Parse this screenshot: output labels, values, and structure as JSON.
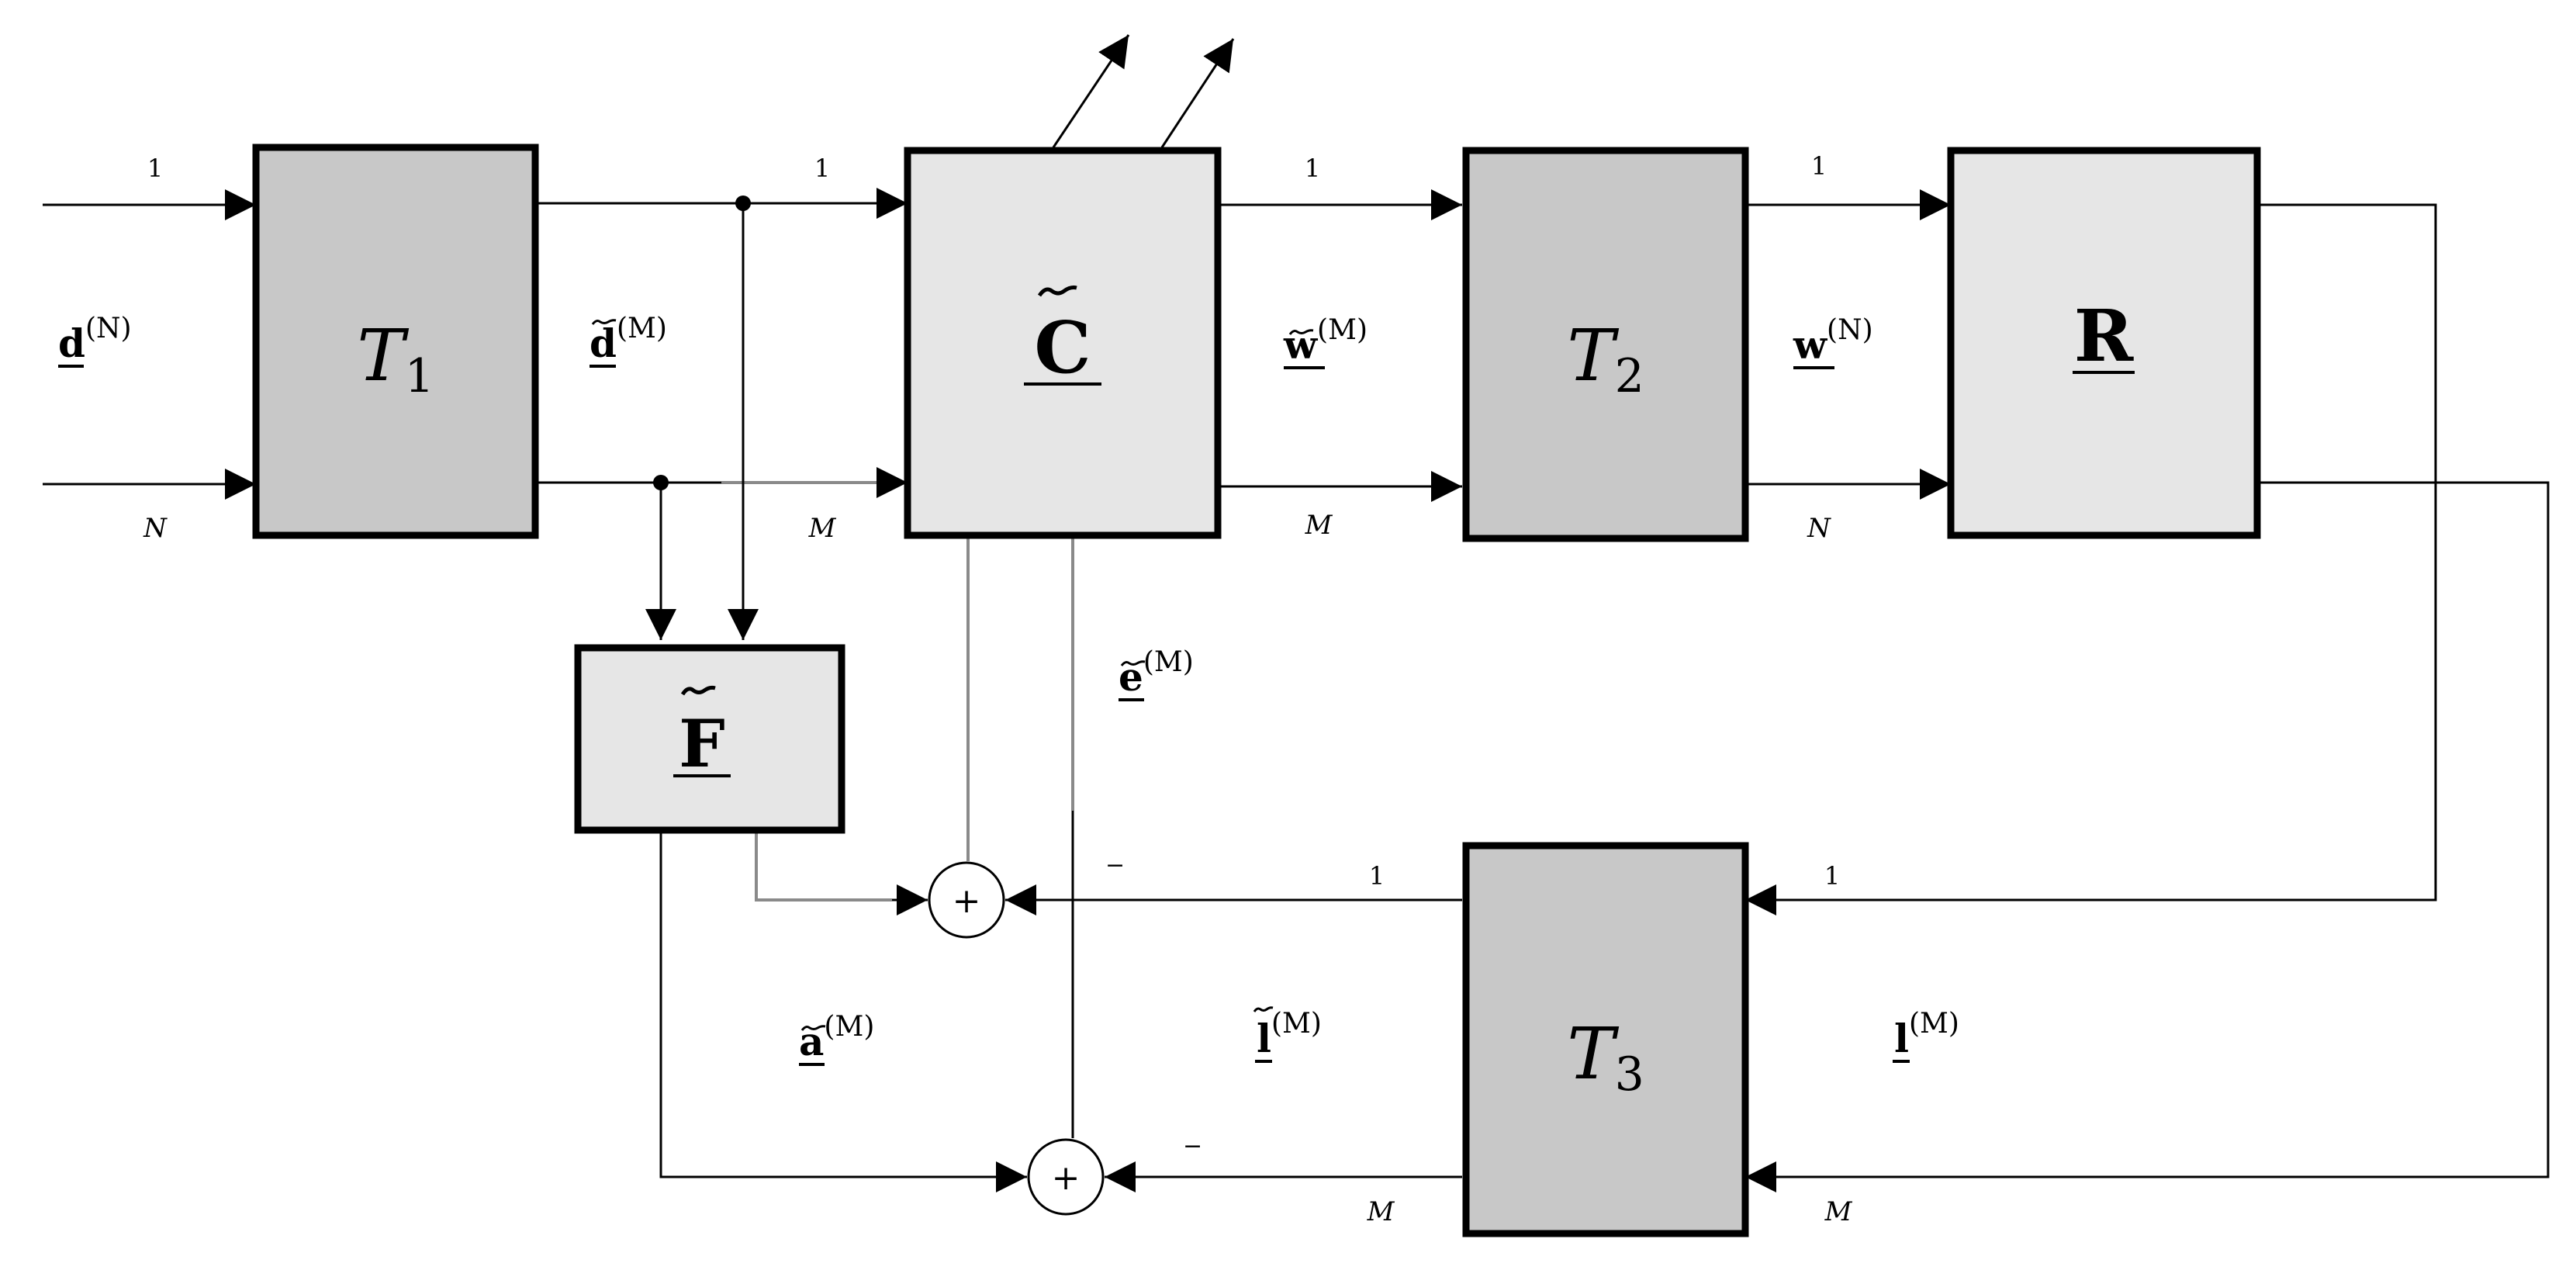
{
  "blocks": {
    "t1": {
      "symbol": "T",
      "sub": "1"
    },
    "c": {
      "symbol": "C"
    },
    "t2": {
      "symbol": "T",
      "sub": "2"
    },
    "r": {
      "symbol": "R"
    },
    "f": {
      "symbol": "F"
    },
    "t3": {
      "symbol": "T",
      "sub": "3"
    }
  },
  "signals": {
    "d": {
      "name": "d",
      "sup": "(N)"
    },
    "d_tilde": {
      "name": "d",
      "sup": "(M)"
    },
    "w_tilde": {
      "name": "w",
      "sup": "(M)"
    },
    "w": {
      "name": "w",
      "sup": "(N)"
    },
    "e_tilde": {
      "name": "e",
      "sup": "(M)"
    },
    "a_tilde": {
      "name": "a",
      "sup": "(M)"
    },
    "l_tilde": {
      "name": "l",
      "sup": "(M)"
    },
    "l": {
      "name": "l",
      "sup": "(M)"
    }
  },
  "indices": {
    "one": "1",
    "N": "N",
    "M": "M"
  },
  "sum_symbol": "+",
  "minus_symbol": "−",
  "colors": {
    "dark_block": "#c8c8c8",
    "light_block": "#e6e6e6",
    "gray_line": "#8a8a8a"
  }
}
